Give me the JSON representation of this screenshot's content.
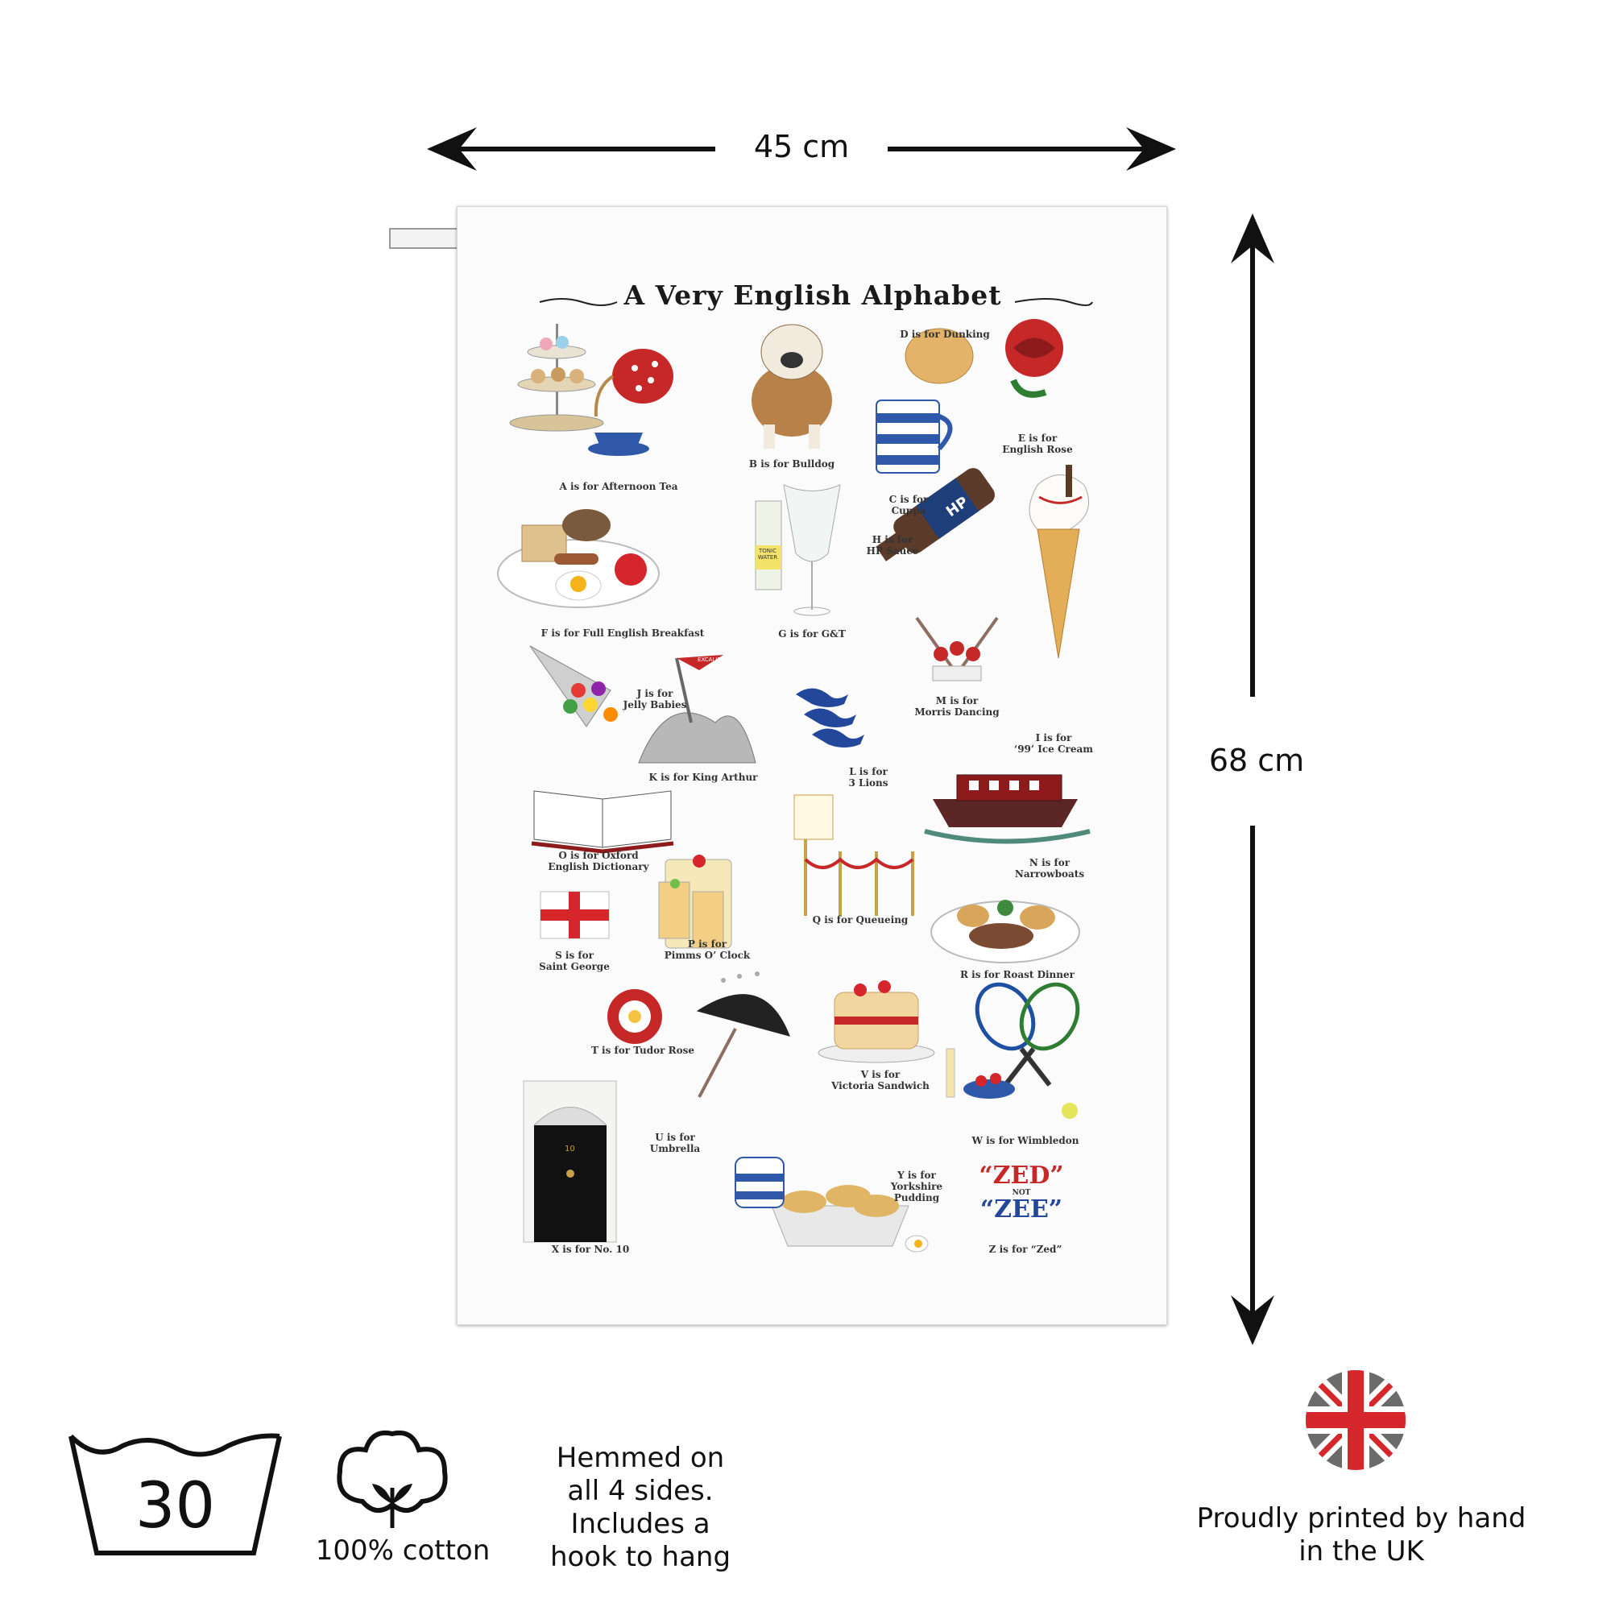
{
  "dimensions": {
    "width_label": "45 cm",
    "height_label": "68 cm"
  },
  "towel": {
    "title": "A Very English Alphabet",
    "captions": [
      {
        "id": "a",
        "text": "A is for Afternoon Tea"
      },
      {
        "id": "b",
        "text": "B is for Bulldog"
      },
      {
        "id": "c",
        "text": "C is for\nCuppa"
      },
      {
        "id": "d",
        "text": "D is for Dunking"
      },
      {
        "id": "e",
        "text": "E is for\nEnglish Rose"
      },
      {
        "id": "f",
        "text": "F is for Full English Breakfast"
      },
      {
        "id": "g",
        "text": "G is for G&T"
      },
      {
        "id": "h",
        "text": "H is for\nHP Sauce"
      },
      {
        "id": "i",
        "text": "I is for\n‘99’ Ice Cream"
      },
      {
        "id": "j",
        "text": "J is for\nJelly Babies"
      },
      {
        "id": "k",
        "text": "K is for King Arthur"
      },
      {
        "id": "l",
        "text": "L is for\n3 Lions"
      },
      {
        "id": "m",
        "text": "M is for\nMorris Dancing"
      },
      {
        "id": "n",
        "text": "N is for\nNarrowboats"
      },
      {
        "id": "o",
        "text": "O is for Oxford\nEnglish Dictionary"
      },
      {
        "id": "p",
        "text": "P is for\nPimms O’ Clock"
      },
      {
        "id": "q",
        "text": "Q is for Queueing"
      },
      {
        "id": "r",
        "text": "R is for Roast Dinner"
      },
      {
        "id": "s",
        "text": "S is for\nSaint George"
      },
      {
        "id": "t",
        "text": "T is for Tudor Rose"
      },
      {
        "id": "u",
        "text": "U is for\nUmbrella"
      },
      {
        "id": "v",
        "text": "V is for\nVictoria Sandwich"
      },
      {
        "id": "w",
        "text": "W is for Wimbledon"
      },
      {
        "id": "x",
        "text": "X is for No. 10"
      },
      {
        "id": "y",
        "text": "Y is for\nYorkshire\nPudding"
      },
      {
        "id": "z",
        "text": "Z is for “Zed”"
      }
    ],
    "zed": {
      "line1": "“ZED”",
      "line2": "NOT",
      "line3": "“ZEE”"
    },
    "excalibur": "EXCALIBUR",
    "hp": "HP",
    "tonic": "TONIC\nWATER",
    "door_number": "10"
  },
  "care": {
    "wash_temp": "30",
    "cotton_label": "100% cotton",
    "hemmed_text": "Hemmed on\nall 4 sides.\nIncludes a\nhook to hang",
    "printed_text": "Proudly printed by hand\nin the UK"
  },
  "colors": {
    "ink": "#111111",
    "flag_red": "#d5262b",
    "flag_grey": "#6b6b6b",
    "rose_red": "#c62828"
  }
}
